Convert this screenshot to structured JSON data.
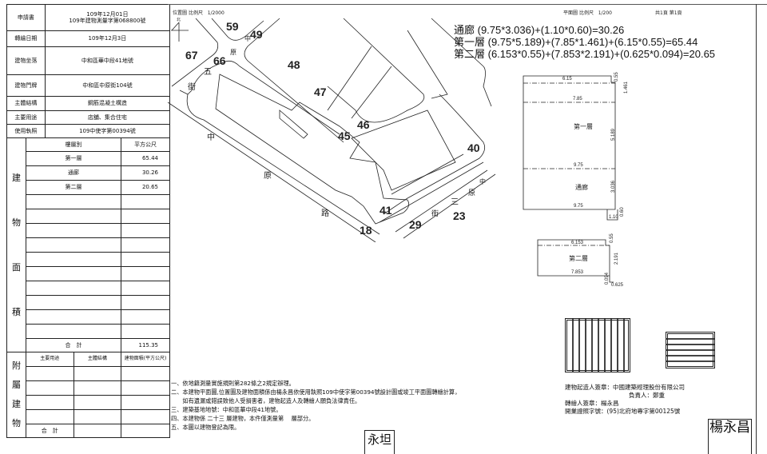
{
  "info_table": {
    "application": {
      "label": "申請書",
      "date": "109年12月01日",
      "number": "109年建物測量字第068800號"
    },
    "redraw_date": {
      "label": "轉繪日期",
      "value": "109年12月3日"
    },
    "location": {
      "label": "建物坐落",
      "value": "中和區華中段41地號"
    },
    "address": {
      "label": "建物門牌",
      "value": "中和區中原街104號"
    },
    "structure": {
      "label": "主體結構",
      "value": "鋼筋混凝土構造"
    },
    "usage": {
      "label": "主要用途",
      "value": "店舖、集合住宅"
    },
    "license": {
      "label": "使用執照",
      "value": "109中使字第00394號"
    }
  },
  "area_table": {
    "side_label": [
      "建",
      "物",
      "面",
      "積"
    ],
    "col_floor": "樓層別",
    "col_area": "平方公尺",
    "rows": [
      {
        "floor": "第一層",
        "area": "65.44"
      },
      {
        "floor": "通廊",
        "area": "30.26"
      },
      {
        "floor": "第二層",
        "area": "20.65"
      }
    ],
    "total_label": "合　計",
    "total": "115.35"
  },
  "annex_table": {
    "side_label": [
      "附",
      "屬",
      "建",
      "物"
    ],
    "col_usage": "主要用途",
    "col_structure": "主體結構",
    "col_area": "建物面積(平方公尺)",
    "total_label": "合　計"
  },
  "site_map": {
    "title": "位置圖",
    "scale_label": "比例尺",
    "scale": "1/2000",
    "north": "北",
    "lot_numbers": [
      "59",
      "49",
      "67",
      "66",
      "48",
      "47",
      "46",
      "45",
      "40",
      "41",
      "18",
      "29",
      "23"
    ],
    "roads": [
      "中",
      "原",
      "路",
      "五",
      "街",
      "中",
      "原",
      "三",
      "原",
      "中",
      "街"
    ]
  },
  "floor_plan": {
    "title": "平面圖",
    "scale_label": "比例尺",
    "scale": "1/200",
    "pages": "共1頁 第1頁",
    "formulas": [
      "通廊 (9.75*3.036)+(1.10*0.60)=30.26",
      "第一層 (9.75*5.189)+(7.85*1.461)+(6.15*0.55)=65.44",
      "第二層 (6.153*0.55)+(7.853*2.191)+(0.625*0.094)=20.65"
    ],
    "plan1": {
      "dims": [
        "6.15",
        "0.55",
        "7.85",
        "1.461",
        "5.189",
        "9.75",
        "3.036",
        "9.75",
        "1.10",
        "0.60"
      ],
      "label_first": "第一層",
      "label_corridor": "通廊"
    },
    "plan2": {
      "dims": [
        "6.153",
        "0.55",
        "2.191",
        "7.853",
        "0.094",
        "0.625"
      ],
      "label": "第二層"
    }
  },
  "notes": [
    "一、依地籍測量實施規則第282條之2規定辦理。",
    "二、本建物平面圖,位置圖及建物面積係由楊永昌依使用執照109中使字第00394號設計圖或竣工平面圖轉繪計算，",
    "　　如有遺漏或錯誤致他人受損害者，建物起造人及轉繪人願負法律責任。",
    "三、建築基地地號：中和區華中段41地號。",
    "四、本建物係 二十三 層建物，本件僅測量第　 層部分。",
    "五、本圖以建物登記為限。"
  ],
  "signatures": {
    "owner": "建物起造人簽章：中國建築經理股份有限公司",
    "rep": "負責人：鄭重",
    "drafter": "轉繪人簽章：楊永昌",
    "license": "開業證照字號：(95)北府地專字第00125號",
    "seal_drafter": "楊永昌",
    "seal_small": "永坦"
  }
}
